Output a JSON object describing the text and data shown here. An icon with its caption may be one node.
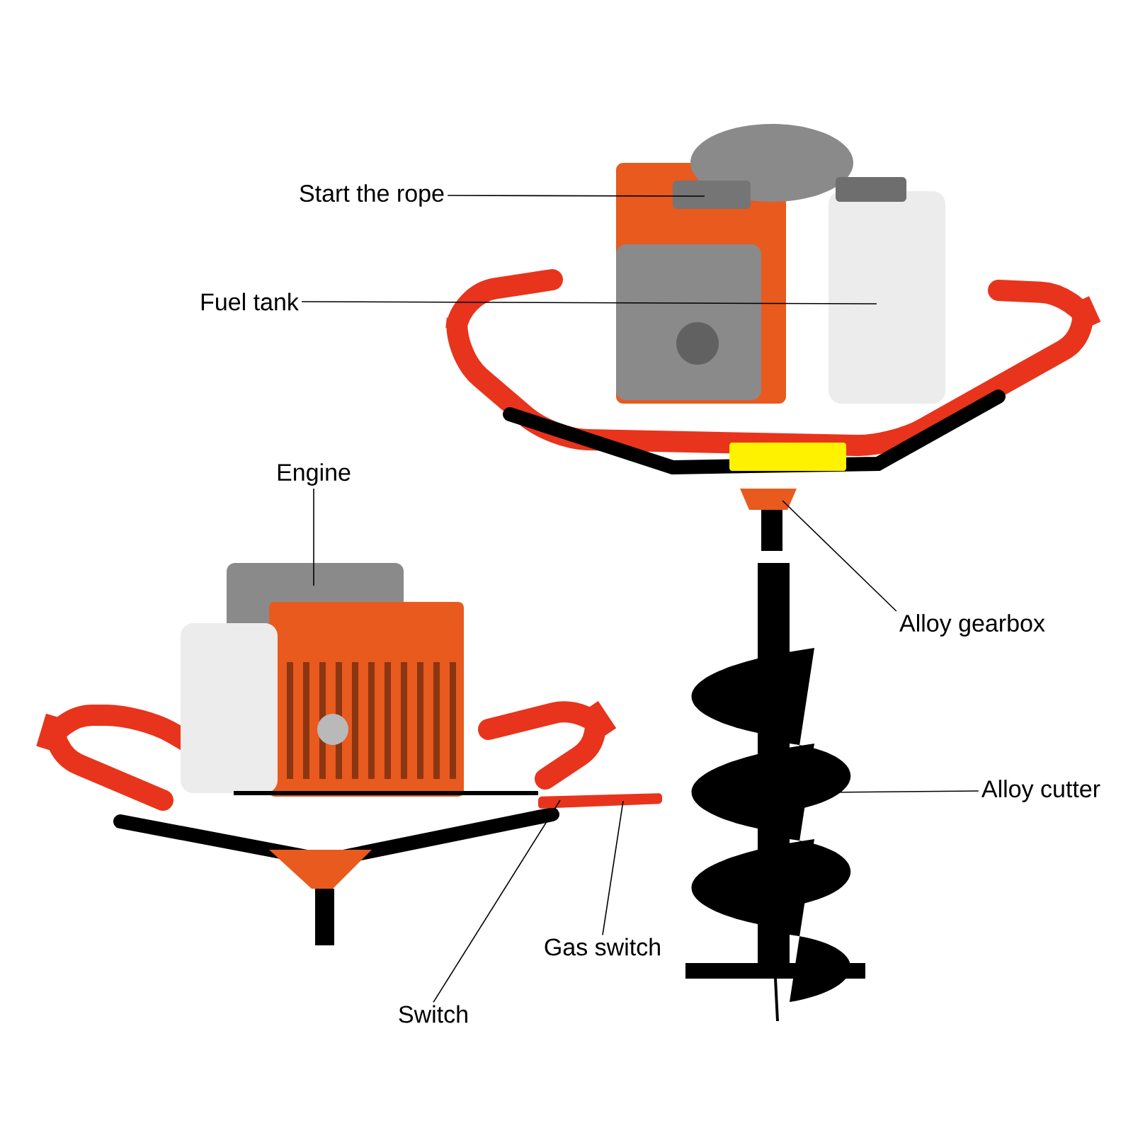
{
  "diagram": {
    "nodes": [
      {
        "text": [
          "Start the rope"
        ]
      },
      {
        "text": [
          "Fuel tank"
        ]
      },
      {
        "text": [
          "Engine"
        ]
      },
      {
        "text": [
          "Alloy gearbox"
        ]
      },
      {
        "text": [
          "Alloy cutter"
        ]
      },
      {
        "text": [
          "Gas switch"
        ]
      },
      {
        "text": [
          "Switch"
        ]
      }
    ],
    "edges": [
      {
        "from": 0,
        "to": null,
        "arrow": "none"
      },
      {
        "from": 1,
        "to": null,
        "arrow": "none"
      },
      {
        "from": 2,
        "to": null,
        "arrow": "none"
      },
      {
        "from": 3,
        "to": null,
        "arrow": "none"
      },
      {
        "from": 4,
        "to": null,
        "arrow": "none"
      },
      {
        "from": 5,
        "to": null,
        "arrow": "none"
      },
      {
        "from": 6,
        "to": null,
        "arrow": "none"
      }
    ]
  }
}
